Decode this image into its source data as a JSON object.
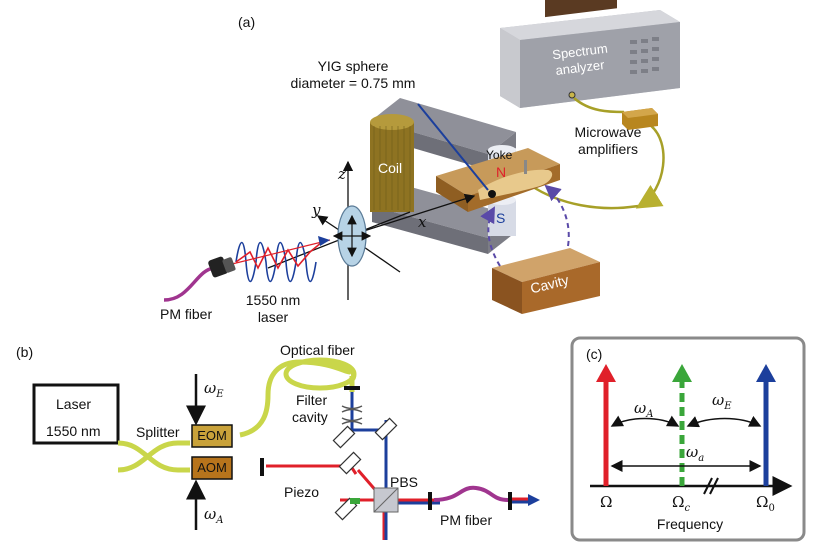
{
  "panel_a": {
    "label": "(a)",
    "yig_label_line1": "YIG sphere",
    "yig_label_line2": "diameter = 0.75 mm",
    "spectrum_line1": "Spectrum",
    "spectrum_line2": "analyzer",
    "amplifier_line1": "Microwave",
    "amplifier_line2": "amplifiers",
    "coil": "Coil",
    "yoke": "Yoke",
    "north": "N",
    "south": "S",
    "cavity": "Cavity",
    "axis_z": "z",
    "axis_y": "y",
    "axis_x": "x",
    "laser_line1": "1550 nm",
    "laser_line2": "laser",
    "pm_fiber": "PM fiber"
  },
  "panel_b": {
    "label": "(b)",
    "laser_line1": "Laser",
    "laser_line2": "1550 nm",
    "splitter": "Splitter",
    "omega_e": "ω",
    "omega_e_sub": "E",
    "omega_a": "ω",
    "omega_a_sub": "A",
    "eom": "EOM",
    "aom": "AOM",
    "optical_fiber": "Optical fiber",
    "filter_line1": "Filter",
    "filter_line2": "cavity",
    "piezo": "Piezo",
    "pbs": "PBS",
    "pm_fiber": "PM fiber"
  },
  "panel_c": {
    "label": "(c)",
    "omega_A": "ω",
    "omega_A_sub": "A",
    "omega_E": "ω",
    "omega_E_sub": "E",
    "omega_a": "ω",
    "omega_a_sub": "a",
    "tick_Omega": "Ω",
    "tick_Omega_c": "Ω",
    "tick_Omega_c_sub": "c",
    "tick_Omega_0": "Ω",
    "tick_Omega_0_sub": "0",
    "axis_label": "Frequency"
  },
  "colors": {
    "red": "#e0202a",
    "green": "#3aa63a",
    "blue": "#1c3f9c",
    "fiber_yellow": "#c9d64a",
    "fiber_purple": "#a0358f",
    "gold": "#b58a1c",
    "brown": "#a0601e",
    "gray": "#9a9ca4"
  }
}
